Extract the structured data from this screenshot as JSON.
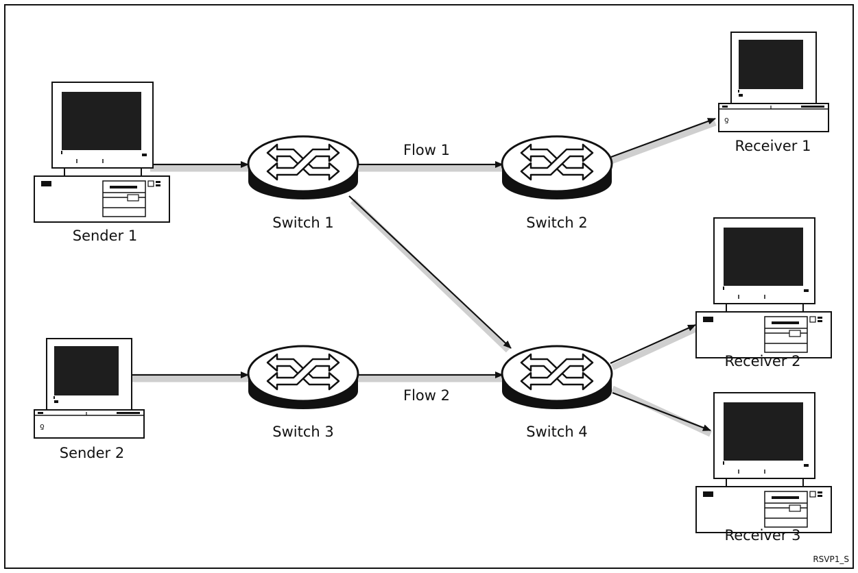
{
  "diagram": {
    "nodes": [
      {
        "id": "sender1",
        "kind": "desktop-computer",
        "label": "Sender 1"
      },
      {
        "id": "sender2",
        "kind": "workstation",
        "label": "Sender 2"
      },
      {
        "id": "switch1",
        "kind": "switch",
        "label": "Switch 1"
      },
      {
        "id": "switch2",
        "kind": "switch",
        "label": "Switch 2"
      },
      {
        "id": "switch3",
        "kind": "switch",
        "label": "Switch 3"
      },
      {
        "id": "switch4",
        "kind": "switch",
        "label": "Switch 4"
      },
      {
        "id": "receiver1",
        "kind": "workstation",
        "label": "Receiver 1"
      },
      {
        "id": "receiver2",
        "kind": "desktop-computer",
        "label": "Receiver 2"
      },
      {
        "id": "receiver3",
        "kind": "desktop-computer",
        "label": "Receiver 3"
      }
    ],
    "links": [
      {
        "from": "sender1",
        "to": "switch1",
        "label": ""
      },
      {
        "from": "switch1",
        "to": "switch2",
        "label": "Flow 1"
      },
      {
        "from": "switch2",
        "to": "receiver1",
        "label": ""
      },
      {
        "from": "switch1",
        "to": "switch4",
        "label": ""
      },
      {
        "from": "sender2",
        "to": "switch3",
        "label": ""
      },
      {
        "from": "switch3",
        "to": "switch4",
        "label": "Flow 2"
      },
      {
        "from": "switch4",
        "to": "receiver2",
        "label": ""
      },
      {
        "from": "switch4",
        "to": "receiver3",
        "label": ""
      }
    ],
    "figure_id": "RSVP1_S"
  },
  "colors": {
    "ink": "#111111",
    "shadow": "#cfcfcf",
    "screen": "#1e1e1e",
    "paper": "#ffffff"
  }
}
